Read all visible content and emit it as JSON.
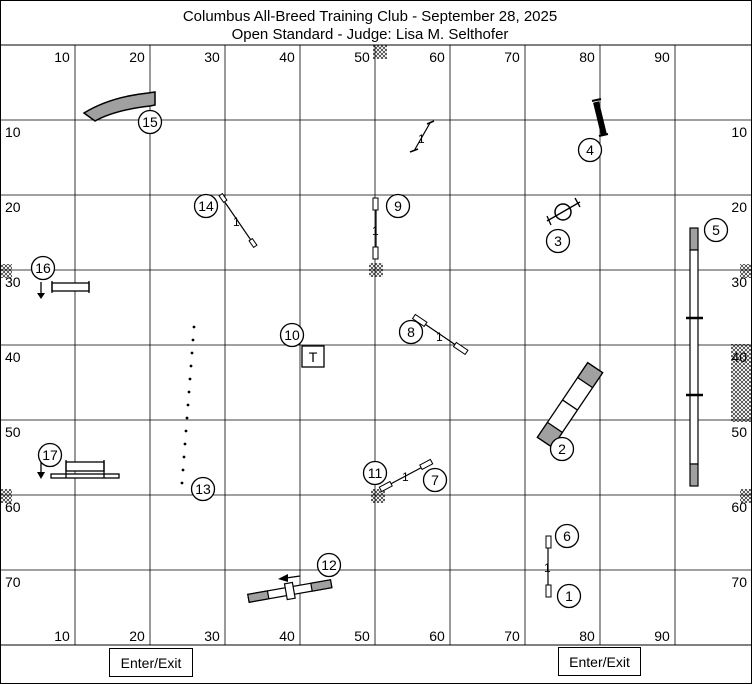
{
  "title": {
    "line1": "Columbus All-Breed Training Club - September 28, 2025",
    "line2": "Open Standard - Judge: Lisa M. Selthofer"
  },
  "axis": {
    "top": [
      "10",
      "20",
      "30",
      "40",
      "50",
      "60",
      "70",
      "80",
      "90"
    ],
    "bottom": [
      "10",
      "20",
      "30",
      "40",
      "50",
      "60",
      "70",
      "80",
      "90"
    ],
    "left": [
      "10",
      "20",
      "30",
      "40",
      "50",
      "60",
      "70"
    ],
    "right": [
      "10",
      "20",
      "30",
      "40",
      "50",
      "60",
      "70"
    ]
  },
  "obstacles": {
    "n1": "1",
    "n2": "2",
    "n3": "3",
    "n4": "4",
    "n5": "5",
    "n6": "6",
    "n7": "7",
    "n8": "8",
    "n9": "9",
    "n10": "10",
    "n11": "11",
    "n12": "12",
    "n13": "13",
    "n14": "14",
    "n15": "15",
    "n16": "16",
    "n17": "17"
  },
  "labels": {
    "table": "T",
    "one": "1"
  },
  "entries": {
    "left": "Enter/Exit",
    "right": "Enter/Exit"
  }
}
